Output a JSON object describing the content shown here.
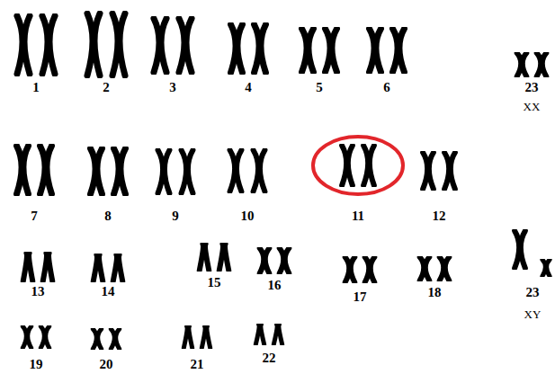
{
  "diagram": {
    "labels": [
      "1",
      "2",
      "3",
      "4",
      "5",
      "6",
      "7",
      "8",
      "9",
      "10",
      "11",
      "12",
      "13",
      "14",
      "15",
      "16",
      "17",
      "18",
      "19",
      "20",
      "21",
      "22",
      "23",
      "XX",
      "23",
      "XY"
    ]
  }
}
